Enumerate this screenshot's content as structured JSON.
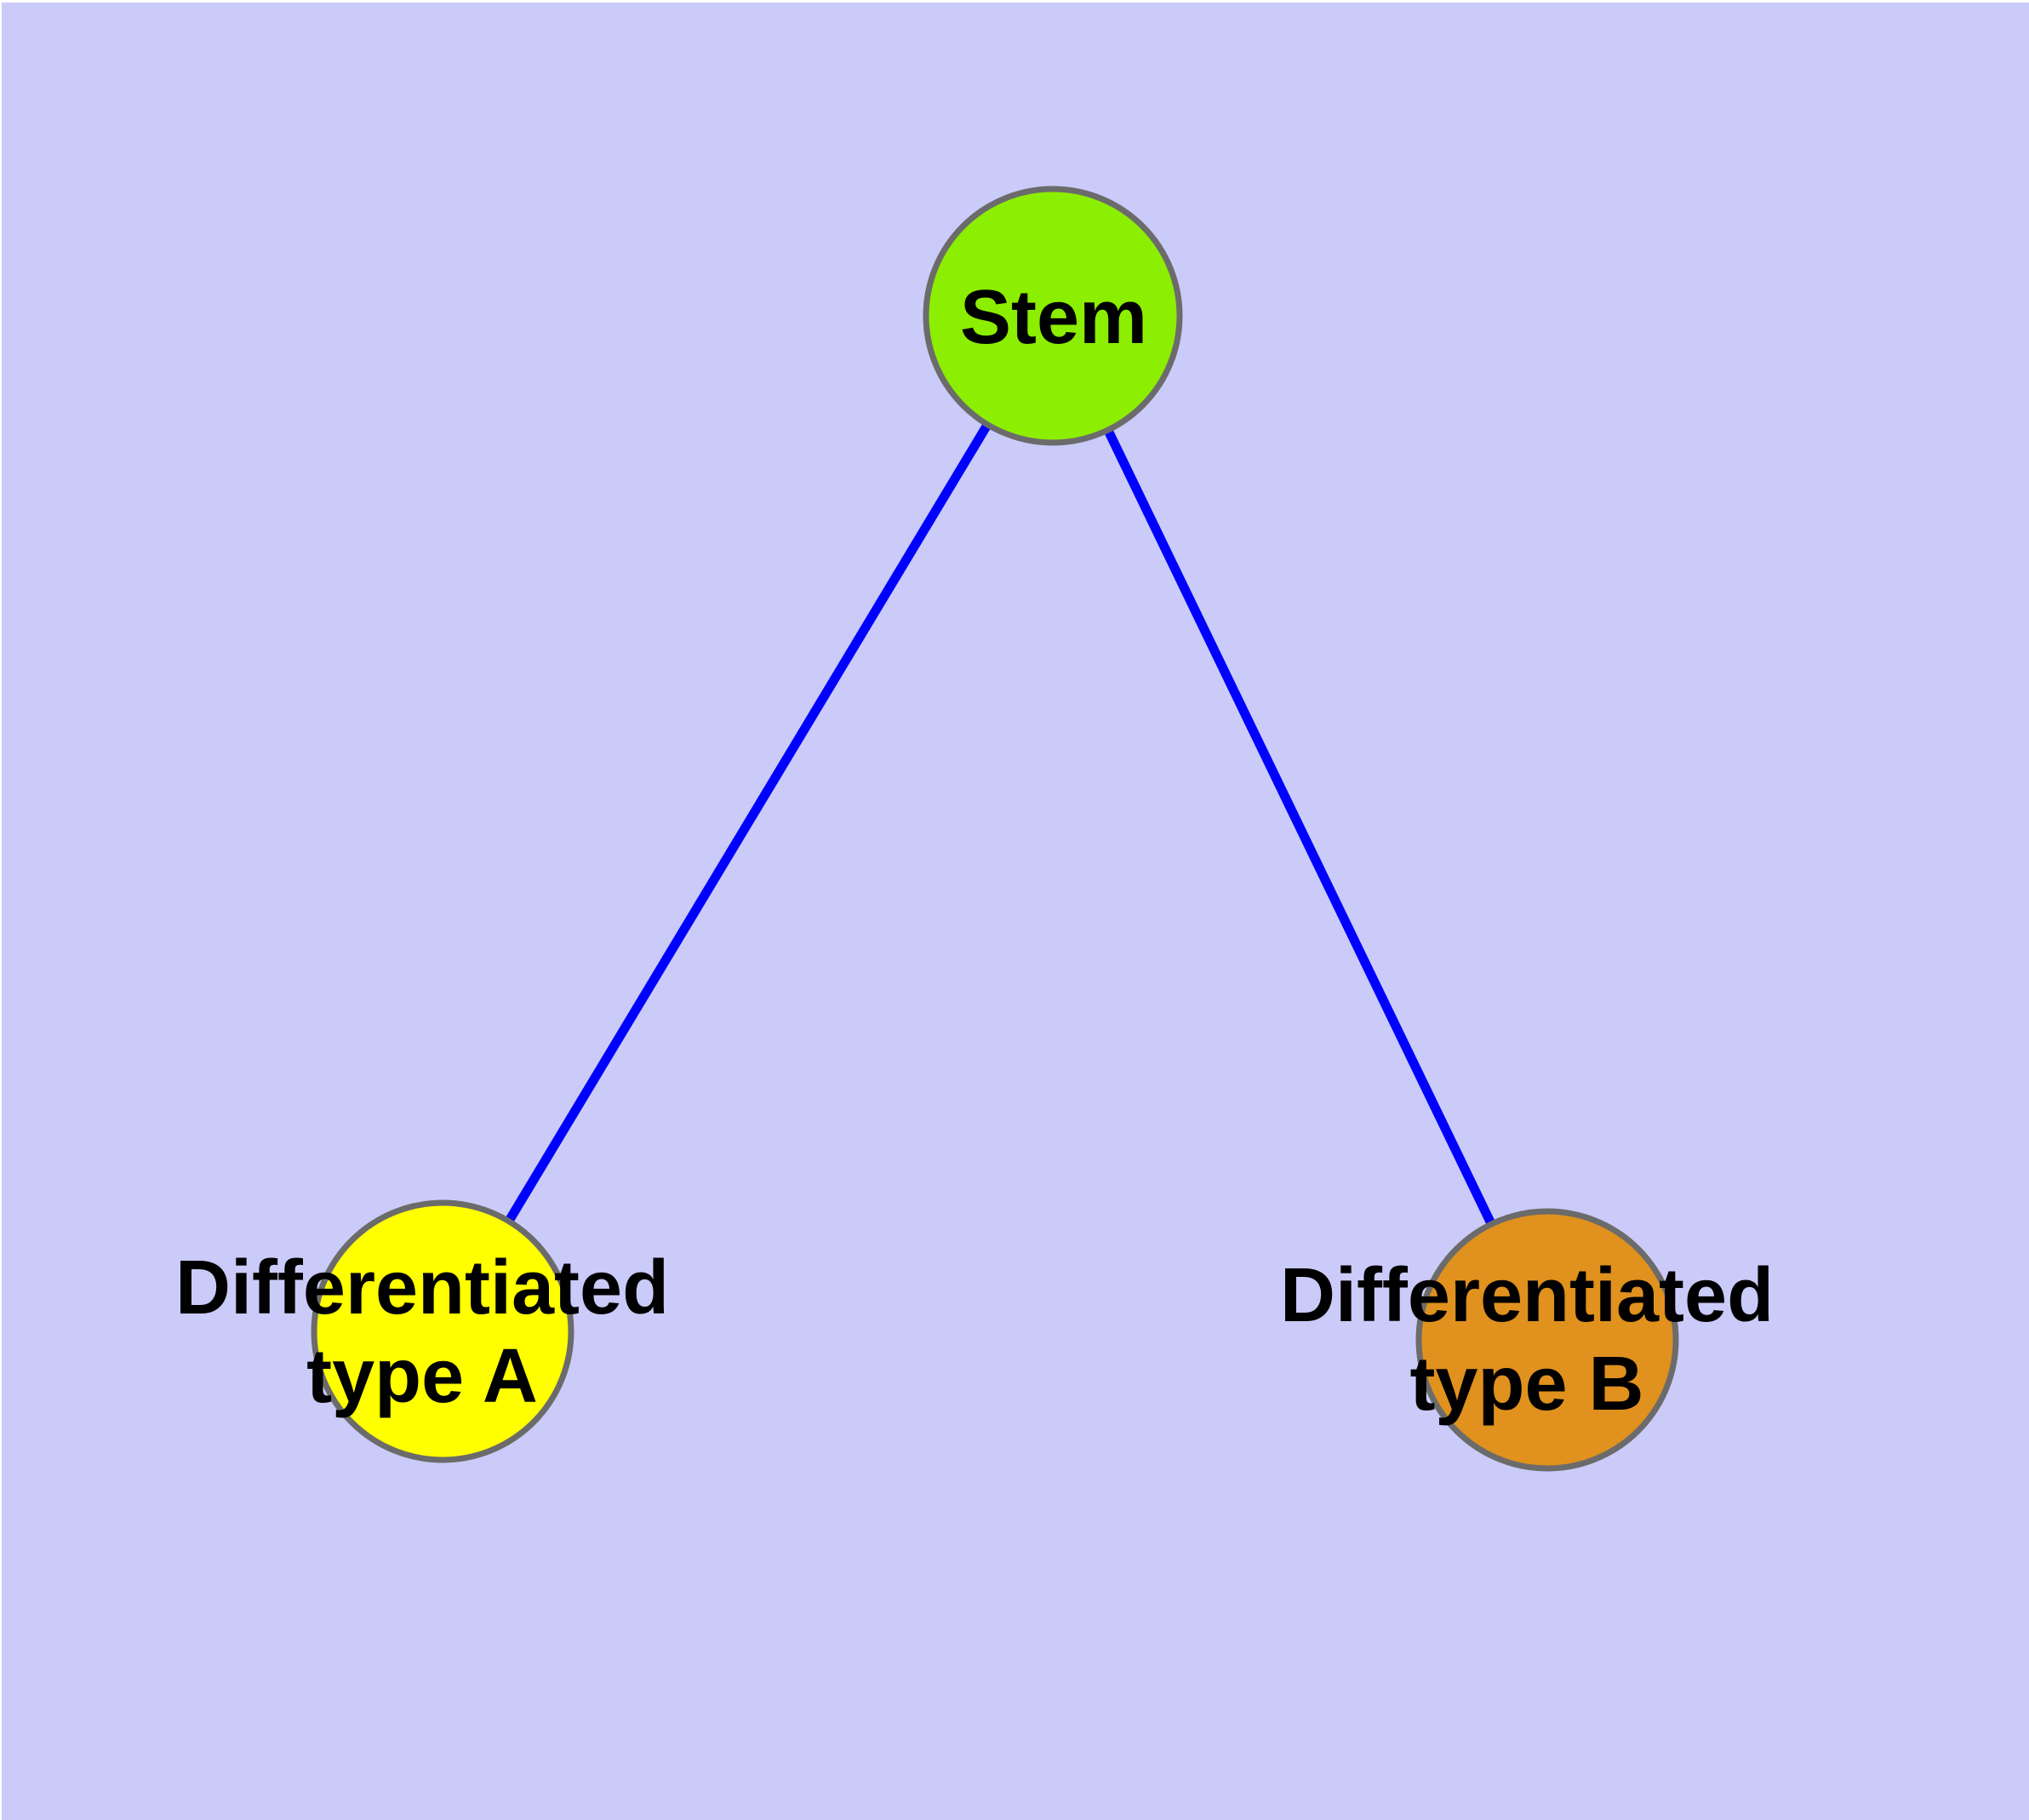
{
  "diagram": {
    "type": "graph",
    "background_color": "#CBCBF9",
    "edge_color": "#0000FF",
    "node_border_color": "#6B6B6B",
    "label_color": "#000000",
    "nodes": [
      {
        "id": "stem",
        "label": "Stem",
        "color": "#8CEE00"
      },
      {
        "id": "differentiated-type-a",
        "label": "Differentiated\ntype A",
        "color": "#FFFF00"
      },
      {
        "id": "differentiated-type-b",
        "label": "Differentiated\ntype B",
        "color": "#E0911E"
      }
    ],
    "edges": [
      {
        "from": "stem",
        "to": "differentiated-type-a"
      },
      {
        "from": "stem",
        "to": "differentiated-type-b"
      }
    ]
  }
}
